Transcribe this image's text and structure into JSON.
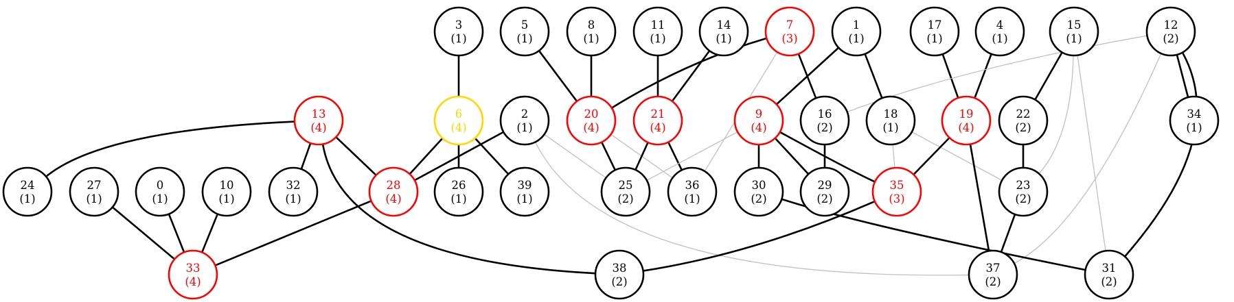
{
  "colors": {
    "default": "#000000",
    "highlight": "#ff0000",
    "selected": "#ffd700",
    "edge_strong": "#000000",
    "edge_weak": "#c0c0c0"
  },
  "nodes": [
    {
      "id": "0",
      "label": "0",
      "count": "(1)",
      "state": "default"
    },
    {
      "id": "1",
      "label": "1",
      "count": "(1)",
      "state": "default"
    },
    {
      "id": "2",
      "label": "2",
      "count": "(1)",
      "state": "default"
    },
    {
      "id": "3",
      "label": "3",
      "count": "(1)",
      "state": "default"
    },
    {
      "id": "4",
      "label": "4",
      "count": "(1)",
      "state": "default"
    },
    {
      "id": "5",
      "label": "5",
      "count": "(1)",
      "state": "default"
    },
    {
      "id": "6",
      "label": "6",
      "count": "(4)",
      "state": "selected"
    },
    {
      "id": "7",
      "label": "7",
      "count": "(3)",
      "state": "highlight"
    },
    {
      "id": "8",
      "label": "8",
      "count": "(1)",
      "state": "default"
    },
    {
      "id": "9",
      "label": "9",
      "count": "(4)",
      "state": "highlight"
    },
    {
      "id": "10",
      "label": "10",
      "count": "(1)",
      "state": "default"
    },
    {
      "id": "11",
      "label": "11",
      "count": "(1)",
      "state": "default"
    },
    {
      "id": "12",
      "label": "12",
      "count": "(2)",
      "state": "default"
    },
    {
      "id": "13",
      "label": "13",
      "count": "(4)",
      "state": "highlight"
    },
    {
      "id": "14",
      "label": "14",
      "count": "(1)",
      "state": "default"
    },
    {
      "id": "15",
      "label": "15",
      "count": "(1)",
      "state": "default"
    },
    {
      "id": "16",
      "label": "16",
      "count": "(2)",
      "state": "default"
    },
    {
      "id": "17",
      "label": "17",
      "count": "(1)",
      "state": "default"
    },
    {
      "id": "18",
      "label": "18",
      "count": "(1)",
      "state": "default"
    },
    {
      "id": "19",
      "label": "19",
      "count": "(4)",
      "state": "highlight"
    },
    {
      "id": "20",
      "label": "20",
      "count": "(4)",
      "state": "highlight"
    },
    {
      "id": "21",
      "label": "21",
      "count": "(4)",
      "state": "highlight"
    },
    {
      "id": "22",
      "label": "22",
      "count": "(2)",
      "state": "default"
    },
    {
      "id": "23",
      "label": "23",
      "count": "(2)",
      "state": "default"
    },
    {
      "id": "24",
      "label": "24",
      "count": "(1)",
      "state": "default"
    },
    {
      "id": "25",
      "label": "25",
      "count": "(2)",
      "state": "default"
    },
    {
      "id": "26",
      "label": "26",
      "count": "(1)",
      "state": "default"
    },
    {
      "id": "27",
      "label": "27",
      "count": "(1)",
      "state": "default"
    },
    {
      "id": "28",
      "label": "28",
      "count": "(4)",
      "state": "highlight"
    },
    {
      "id": "29",
      "label": "29",
      "count": "(2)",
      "state": "default"
    },
    {
      "id": "30",
      "label": "30",
      "count": "(2)",
      "state": "default"
    },
    {
      "id": "31",
      "label": "31",
      "count": "(2)",
      "state": "default"
    },
    {
      "id": "32",
      "label": "32",
      "count": "(1)",
      "state": "default"
    },
    {
      "id": "33",
      "label": "33",
      "count": "(4)",
      "state": "highlight"
    },
    {
      "id": "34",
      "label": "34",
      "count": "(1)",
      "state": "default"
    },
    {
      "id": "35",
      "label": "35",
      "count": "(3)",
      "state": "highlight"
    },
    {
      "id": "36",
      "label": "36",
      "count": "(1)",
      "state": "default"
    },
    {
      "id": "37",
      "label": "37",
      "count": "(2)",
      "state": "default"
    },
    {
      "id": "38",
      "label": "38",
      "count": "(2)",
      "state": "default"
    },
    {
      "id": "39",
      "label": "39",
      "count": "(1)",
      "state": "default"
    }
  ],
  "edges": [
    {
      "from": "3",
      "to": "6",
      "weight": "strong"
    },
    {
      "from": "5",
      "to": "20",
      "weight": "strong"
    },
    {
      "from": "8",
      "to": "20",
      "weight": "strong"
    },
    {
      "from": "11",
      "to": "21",
      "weight": "strong"
    },
    {
      "from": "14",
      "to": "21",
      "weight": "strong"
    },
    {
      "from": "7",
      "to": "20",
      "weight": "strong"
    },
    {
      "from": "7",
      "to": "16",
      "weight": "strong"
    },
    {
      "from": "7",
      "to": "36",
      "weight": "weak"
    },
    {
      "from": "1",
      "to": "9",
      "weight": "strong"
    },
    {
      "from": "1",
      "to": "18",
      "weight": "strong"
    },
    {
      "from": "17",
      "to": "19",
      "weight": "strong"
    },
    {
      "from": "4",
      "to": "19",
      "weight": "strong"
    },
    {
      "from": "15",
      "to": "22",
      "weight": "strong"
    },
    {
      "from": "15",
      "to": "23",
      "weight": "weak"
    },
    {
      "from": "15",
      "to": "31",
      "weight": "weak"
    },
    {
      "from": "12",
      "to": "34",
      "weight": "strong"
    },
    {
      "from": "12",
      "to": "31",
      "weight": "strong"
    },
    {
      "from": "12",
      "to": "16",
      "weight": "weak"
    },
    {
      "from": "12",
      "to": "37",
      "weight": "weak"
    },
    {
      "from": "13",
      "to": "24",
      "weight": "strong"
    },
    {
      "from": "13",
      "to": "32",
      "weight": "strong"
    },
    {
      "from": "13",
      "to": "28",
      "weight": "strong"
    },
    {
      "from": "13",
      "to": "38",
      "weight": "strong"
    },
    {
      "from": "6",
      "to": "28",
      "weight": "strong"
    },
    {
      "from": "6",
      "to": "26",
      "weight": "strong"
    },
    {
      "from": "6",
      "to": "39",
      "weight": "strong"
    },
    {
      "from": "2",
      "to": "28",
      "weight": "strong"
    },
    {
      "from": "2",
      "to": "25",
      "weight": "weak"
    },
    {
      "from": "2",
      "to": "37",
      "weight": "weak"
    },
    {
      "from": "20",
      "to": "25",
      "weight": "strong"
    },
    {
      "from": "20",
      "to": "36",
      "weight": "weak"
    },
    {
      "from": "21",
      "to": "25",
      "weight": "strong"
    },
    {
      "from": "21",
      "to": "36",
      "weight": "strong"
    },
    {
      "from": "9",
      "to": "30",
      "weight": "strong"
    },
    {
      "from": "9",
      "to": "29",
      "weight": "strong"
    },
    {
      "from": "9",
      "to": "35",
      "weight": "strong"
    },
    {
      "from": "9",
      "to": "25",
      "weight": "weak"
    },
    {
      "from": "16",
      "to": "29",
      "weight": "strong"
    },
    {
      "from": "18",
      "to": "35",
      "weight": "weak"
    },
    {
      "from": "18",
      "to": "23",
      "weight": "weak"
    },
    {
      "from": "19",
      "to": "35",
      "weight": "strong"
    },
    {
      "from": "19",
      "to": "37",
      "weight": "strong"
    },
    {
      "from": "22",
      "to": "23",
      "weight": "strong"
    },
    {
      "from": "23",
      "to": "37",
      "weight": "strong"
    },
    {
      "from": "27",
      "to": "33",
      "weight": "strong"
    },
    {
      "from": "0",
      "to": "33",
      "weight": "strong"
    },
    {
      "from": "10",
      "to": "33",
      "weight": "strong"
    },
    {
      "from": "28",
      "to": "33",
      "weight": "strong"
    },
    {
      "from": "35",
      "to": "38",
      "weight": "strong"
    },
    {
      "from": "30",
      "to": "31",
      "weight": "strong"
    }
  ]
}
